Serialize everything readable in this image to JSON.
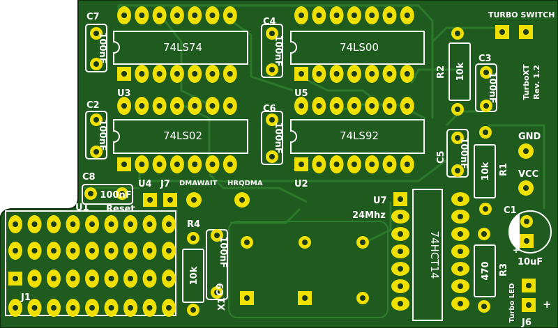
{
  "board": {
    "title": "TurboXT",
    "revision": "Rev. 1.2",
    "colors": {
      "board": "#1f5a1f",
      "copper": "#2d7a2d",
      "pad": "#f0e000",
      "hole": "#1a3a1a",
      "silk": "#ffffff"
    }
  },
  "chips": [
    {
      "ref": "U3",
      "part": "74LS74"
    },
    {
      "ref": "U5",
      "part": "74LS00"
    },
    {
      "ref": "U4",
      "part": "74LS02"
    },
    {
      "ref": "U2",
      "part": "74LS92"
    },
    {
      "ref": "U7",
      "part": "74HCT14"
    },
    {
      "ref": "U1",
      "part": ""
    }
  ],
  "caps": [
    {
      "ref": "C7",
      "value": "100nF"
    },
    {
      "ref": "C4",
      "value": "100nF"
    },
    {
      "ref": "C2",
      "value": "100nF"
    },
    {
      "ref": "C6",
      "value": "100nF"
    },
    {
      "ref": "C3",
      "value": "100nF"
    },
    {
      "ref": "C5",
      "value": "100nF"
    },
    {
      "ref": "C8",
      "value": "100nF"
    },
    {
      "ref": "C9",
      "value": "100nF"
    },
    {
      "ref": "C1",
      "value": "10uF"
    }
  ],
  "resistors": [
    {
      "ref": "R2",
      "value": "10k"
    },
    {
      "ref": "R1",
      "value": "10k"
    },
    {
      "ref": "R4",
      "value": "10k"
    },
    {
      "ref": "R3",
      "value": "470"
    }
  ],
  "connectors": {
    "turbo_switch": "TURBO SWITCH",
    "gnd": "GND",
    "vcc": "VCC",
    "j7": "J7",
    "dmawait": "DMAWAIT",
    "hrqdma": "HRQDMA",
    "reset": "Reset",
    "j1": "J1",
    "j6": "J6",
    "turbo_led": "Turbo LED",
    "plus": "+"
  },
  "crystal": {
    "ref": "X1",
    "freq": "24Mhz"
  }
}
